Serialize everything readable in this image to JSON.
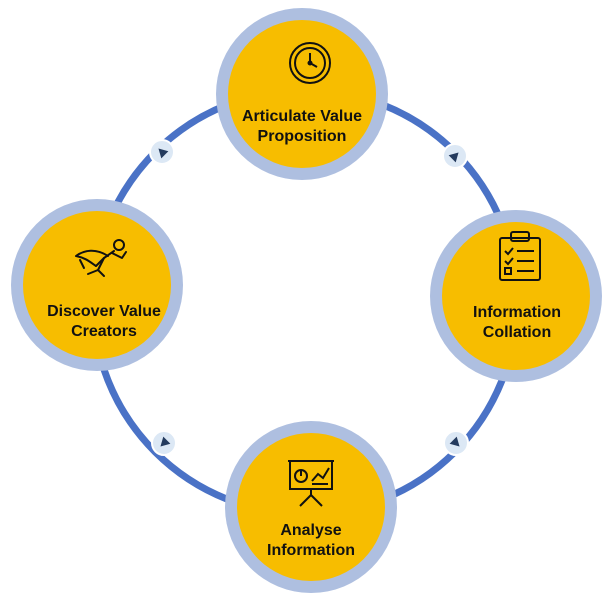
{
  "colors": {
    "ring_blue": "#4a72c6",
    "ring_blue_dark": "#1f63b8",
    "node_outer": "#aebfe0",
    "node_fill": "#f7bd00",
    "icon_stroke": "#111111",
    "arrow_bg": "#dce8f5",
    "arrow_fill": "#243b5e"
  },
  "nodes": [
    {
      "id": "articulate",
      "label_lines": [
        "Articulate Value",
        "Proposition"
      ],
      "icon": "clock-icon"
    },
    {
      "id": "information-collation",
      "label_lines": [
        "Information",
        "Collation"
      ],
      "icon": "clipboard-checklist-icon"
    },
    {
      "id": "analyse",
      "label_lines": [
        "Analyse",
        "Information"
      ],
      "icon": "presentation-chart-icon"
    },
    {
      "id": "discover",
      "label_lines": [
        "Discover Value",
        "Creators"
      ],
      "icon": "flying-superhero-icon"
    }
  ],
  "arrows": [
    {
      "id": "top-right",
      "direction": "clockwise"
    },
    {
      "id": "bottom-right",
      "direction": "clockwise"
    },
    {
      "id": "bottom-left",
      "direction": "clockwise"
    },
    {
      "id": "top-left",
      "direction": "clockwise"
    }
  ]
}
